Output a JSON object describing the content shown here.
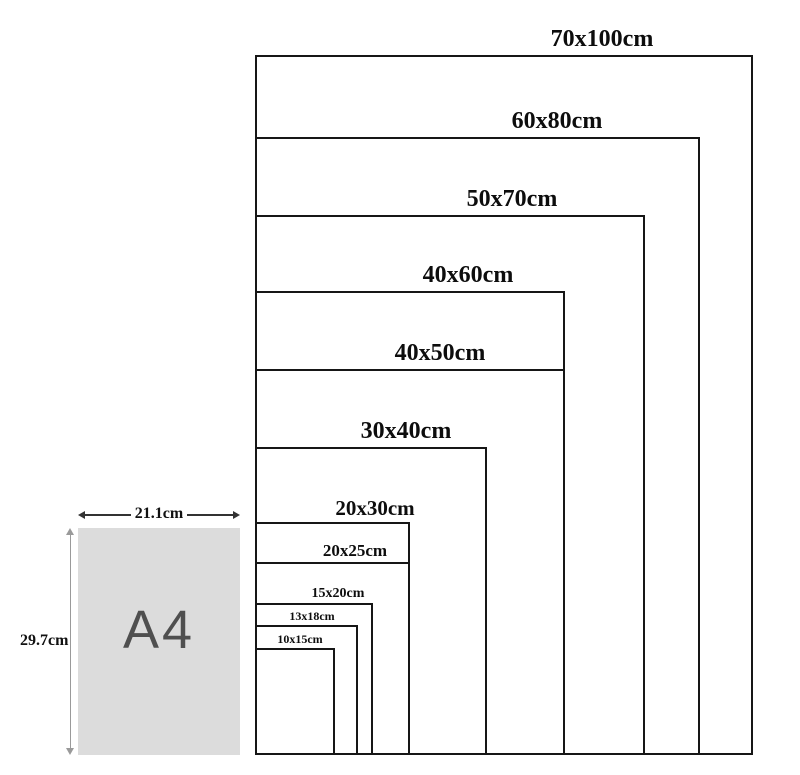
{
  "diagram": {
    "type": "nested-print-size-comparison",
    "sizes": [
      {
        "label": "70x100cm"
      },
      {
        "label": "60x80cm"
      },
      {
        "label": "50x70cm"
      },
      {
        "label": "40x60cm"
      },
      {
        "label": "40x50cm"
      },
      {
        "label": "30x40cm"
      },
      {
        "label": "20x30cm"
      },
      {
        "label": "20x25cm"
      },
      {
        "label": "15x20cm"
      },
      {
        "label": "13x18cm"
      },
      {
        "label": "10x15cm"
      }
    ],
    "reference": {
      "label": "A4",
      "width_label": "21.1cm",
      "height_label": "29.7cm"
    },
    "colors": {
      "line": "#161616",
      "a4_fill": "#dcdcdc",
      "a4_text": "#4f4f4f"
    }
  }
}
